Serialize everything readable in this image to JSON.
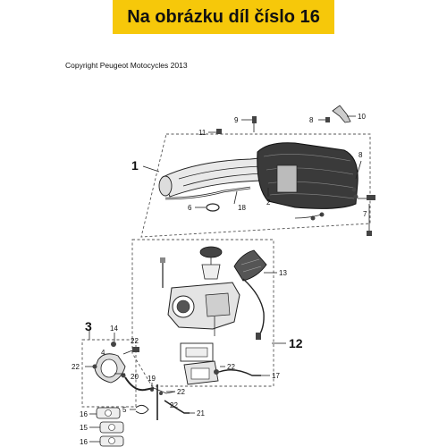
{
  "banner": {
    "text": "Na obrázku díl číslo 16",
    "color": "#f6c80a"
  },
  "copyright": "Copyright Peugeot Motocycles 2013",
  "callouts": {
    "n1": "1",
    "n2": "2",
    "n3": "3",
    "n4": "4",
    "n5": "5",
    "n6": "6",
    "n7": "7",
    "n8a": "8",
    "n8b": "8",
    "n9": "9",
    "n10": "10",
    "n11": "11",
    "n12": "12",
    "n13": "13",
    "n14": "14",
    "n15": "15",
    "n16a": "16",
    "n16b": "16",
    "n17": "17",
    "n18": "18",
    "n19": "19",
    "n20": "20",
    "n21": "21",
    "n22a": "22",
    "n22b": "22",
    "n22c": "22",
    "n22d": "22",
    "n22e": "22"
  }
}
